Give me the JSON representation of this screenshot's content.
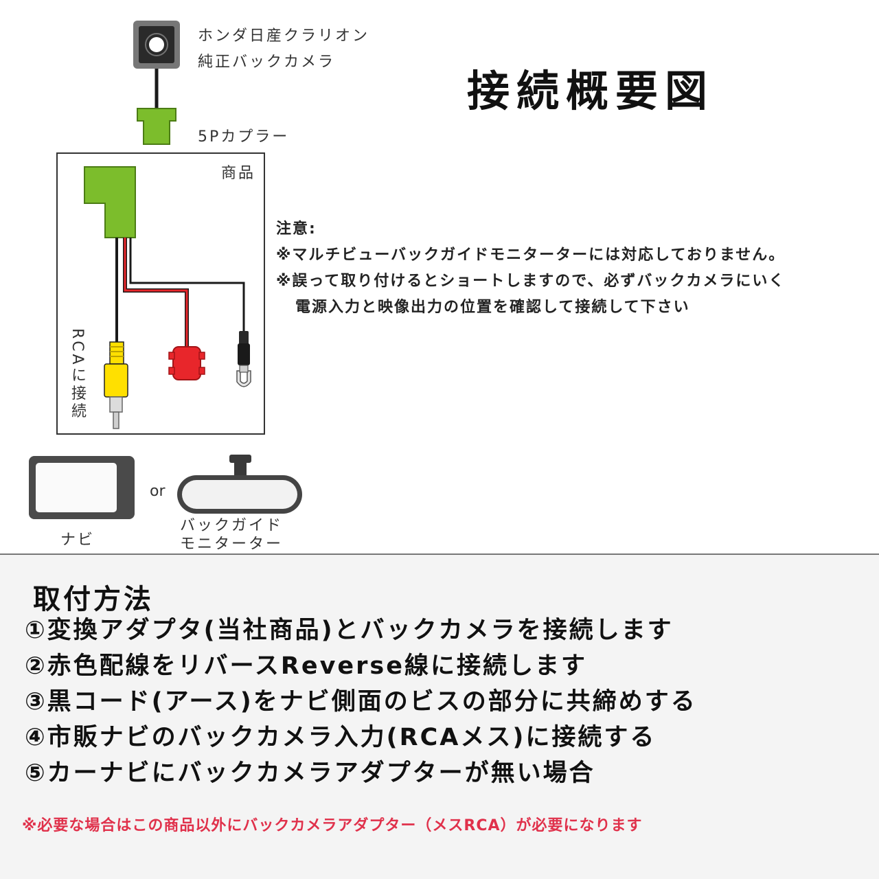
{
  "header": {
    "title": "接続概要図"
  },
  "diagram": {
    "camera_label_line1": "ホンダ日産クラリオン",
    "camera_label_line2": "純正バックカメラ",
    "coupler_label": "5Pカプラー",
    "product_label": "商品",
    "rca_label": "RCAに接続",
    "or_label": "or",
    "navi_label": "ナビ",
    "monitor_label_line1": "バックガイド",
    "monitor_label_line2": "モニターター",
    "colors": {
      "connector_green": "#7cbd2c",
      "wire_red": "#e8262b",
      "wire_black": "#1a1a1a",
      "rca_yellow": "#ffe000",
      "accent_red": "#e0314b"
    }
  },
  "notes": {
    "heading": "注意:",
    "line1": "※マルチビューバックガイドモニターターには対応しておりません。",
    "line2": "※誤って取り付けるとショートしますので、必ずバックカメラにいく",
    "line3": "電源入力と映像出力の位置を確認して接続して下さい"
  },
  "method": {
    "title": "取付方法",
    "steps": [
      "①変換アダプタ(当社商品)とバックカメラを接続します",
      "②赤色配線をリバースReverse線に接続します",
      "③黒コード(アース)をナビ側面のビスの部分に共締めする",
      "④市販ナビのバックカメラ入力(RCAメス)に接続する",
      "⑤カーナビにバックカメラアダプターが無い場合"
    ],
    "footnote": "※必要な場合はこの商品以外にバックカメラアダプター（メスRCA）が必要になります"
  }
}
